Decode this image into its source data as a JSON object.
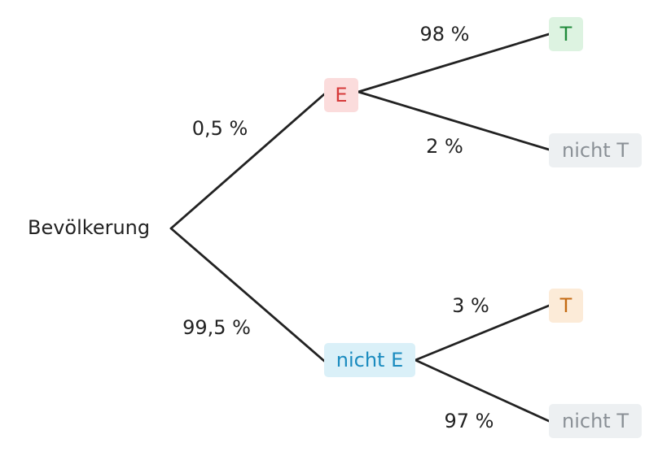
{
  "root": {
    "label": "Bevölkerung"
  },
  "level1": [
    {
      "label": "E",
      "prob": "0,5 %",
      "color": "#d63a3a",
      "bg": "#fbdcdc"
    },
    {
      "label": "nicht E",
      "prob": "99,5 %",
      "color": "#1a8bbf",
      "bg": "#daf0f8"
    }
  ],
  "level2": [
    {
      "label": "T",
      "prob": "98 %",
      "color": "#1f8a3a",
      "bg": "#ddf3e1"
    },
    {
      "label": "nicht T",
      "prob": "2 %",
      "color": "#8a9096",
      "bg": "#edf0f2"
    },
    {
      "label": "T",
      "prob": "3 %",
      "color": "#c46a12",
      "bg": "#fcebd8"
    },
    {
      "label": "nicht T",
      "prob": "97 %",
      "color": "#8a9096",
      "bg": "#edf0f2"
    }
  ],
  "colors": {
    "line": "#222222",
    "text": "#222222"
  }
}
